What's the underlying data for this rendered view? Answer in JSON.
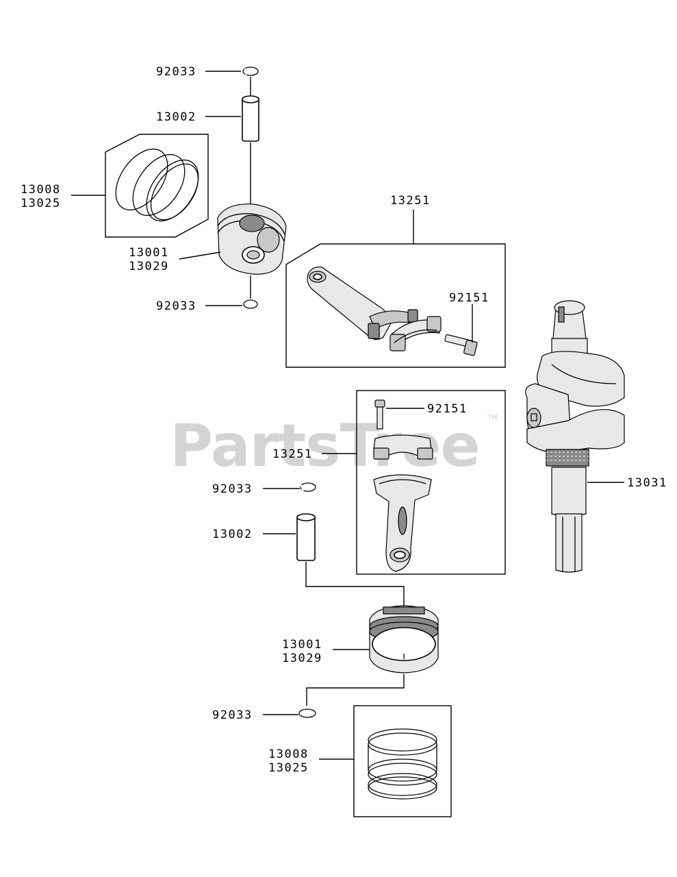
{
  "watermark": {
    "text": "PartsTree",
    "tm": "TM"
  },
  "labels": {
    "top_clip_upper": "92033",
    "top_pin": "13002",
    "top_rings_a": "13008",
    "top_rings_b": "13025",
    "top_piston_a": "13001",
    "top_piston_b": "13029",
    "top_clip_lower": "92033",
    "top_rod": "13251",
    "top_rod_bolt": "92151",
    "mid_rod_bolt": "92151",
    "mid_rod": "13251",
    "crankshaft": "13031",
    "bot_clip_upper": "92033",
    "bot_pin": "13002",
    "bot_piston_a": "13001",
    "bot_piston_b": "13029",
    "bot_clip_lower": "92033",
    "bot_rings_a": "13008",
    "bot_rings_b": "13025"
  }
}
